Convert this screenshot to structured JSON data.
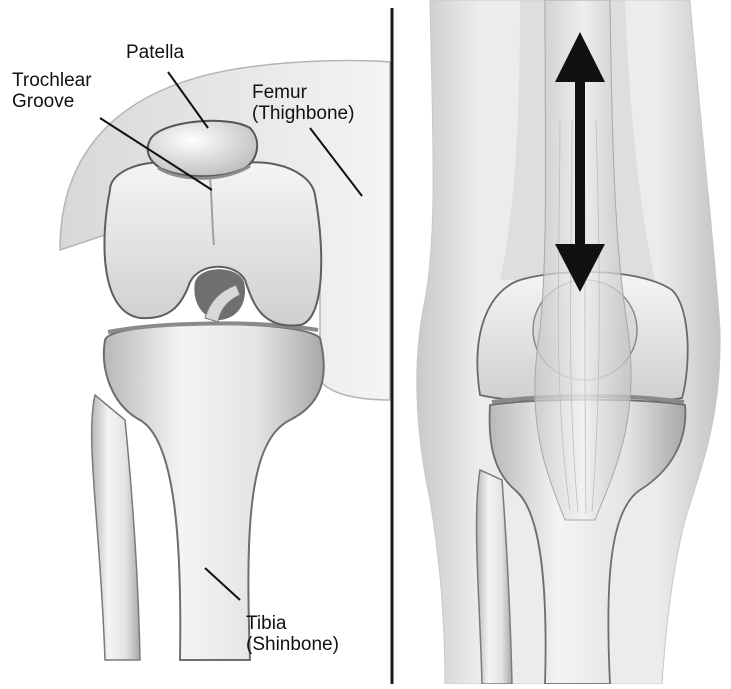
{
  "diagram": {
    "left_panel": {
      "labels": {
        "patella": "Patella",
        "trochlear_groove": [
          "Trochlear",
          "Groove"
        ],
        "femur": [
          "Femur",
          "(Thighbone)"
        ],
        "tibia": [
          "Tibia",
          "(Shinbone)"
        ]
      }
    },
    "right_panel": {
      "arrow": "double-headed-vertical-arrow"
    },
    "colors": {
      "bone_light": "#f2f2f2",
      "bone_shadow": "#9a9a9a",
      "outline": "#4a4a4a",
      "divider": "#1a1a1a",
      "arrow": "#111111"
    }
  }
}
